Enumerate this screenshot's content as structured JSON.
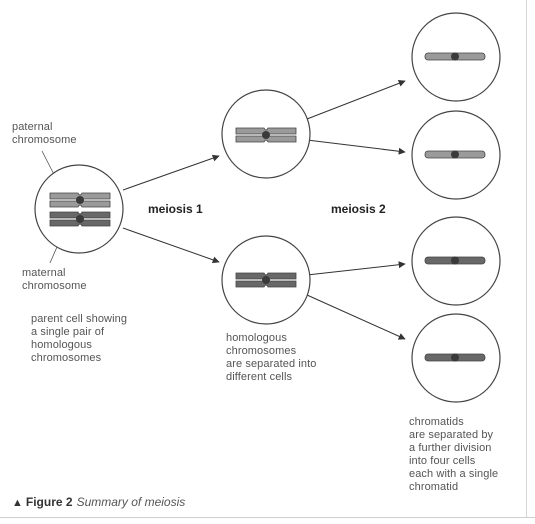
{
  "labels": {
    "paternal": "paternal\nchromosome",
    "maternal": "maternal\nchromosome",
    "parent_desc": "parent cell showing\na single pair of\nhomologous\nchromosomes",
    "homologous_desc": "homologous\nchromosomes\nare separated into\ndifferent cells",
    "chromatids_desc": "chromatids\nare separated by\na further division\ninto four cells\neach with a single\nchromatid"
  },
  "stages": {
    "meiosis1": "meiosis 1",
    "meiosis2": "meiosis 2"
  },
  "caption": {
    "marker": "▲",
    "figure": "Figure 2",
    "title": "Summary of meiosis"
  },
  "colors": {
    "paternal": "#9a9a9a",
    "maternal": "#686868",
    "centromere": "#3a3a3a",
    "outline": "#444444"
  }
}
